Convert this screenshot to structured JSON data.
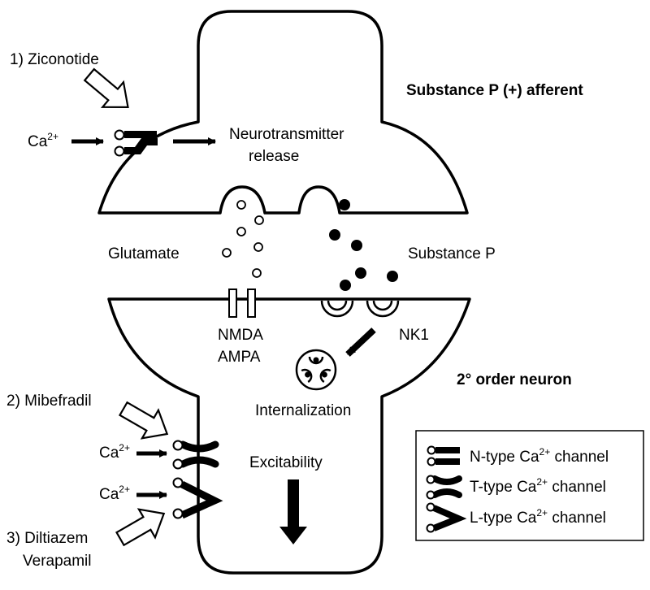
{
  "presynaptic": {
    "title": "Substance P (+) afferent",
    "release_line1": "Neurotransmitter",
    "release_line2": "release"
  },
  "postsynaptic": {
    "title_degree": "2°",
    "title_rest": " order neuron",
    "receptor_nmda": "NMDA",
    "receptor_ampa": "AMPA",
    "receptor_nk1": "NK1",
    "internalization": "Internalization",
    "excitability": "Excitability"
  },
  "transmitters": {
    "glutamate": "Glutamate",
    "substance_p": "Substance P"
  },
  "ion": {
    "base": "Ca",
    "charge": "2+"
  },
  "drugs": {
    "ziconotide": "1) Ziconotide",
    "mibefradil": "2) Mibefradil",
    "diltiazem": "3) Diltiazem",
    "verapamil": "Verapamil"
  },
  "legend": {
    "n_type_prefix": "N-type Ca",
    "t_type_prefix": "T-type Ca",
    "l_type_prefix": "L-type Ca",
    "charge": "2+",
    "suffix": " channel"
  },
  "colors": {
    "ink": "#000000",
    "paper": "#ffffff"
  }
}
